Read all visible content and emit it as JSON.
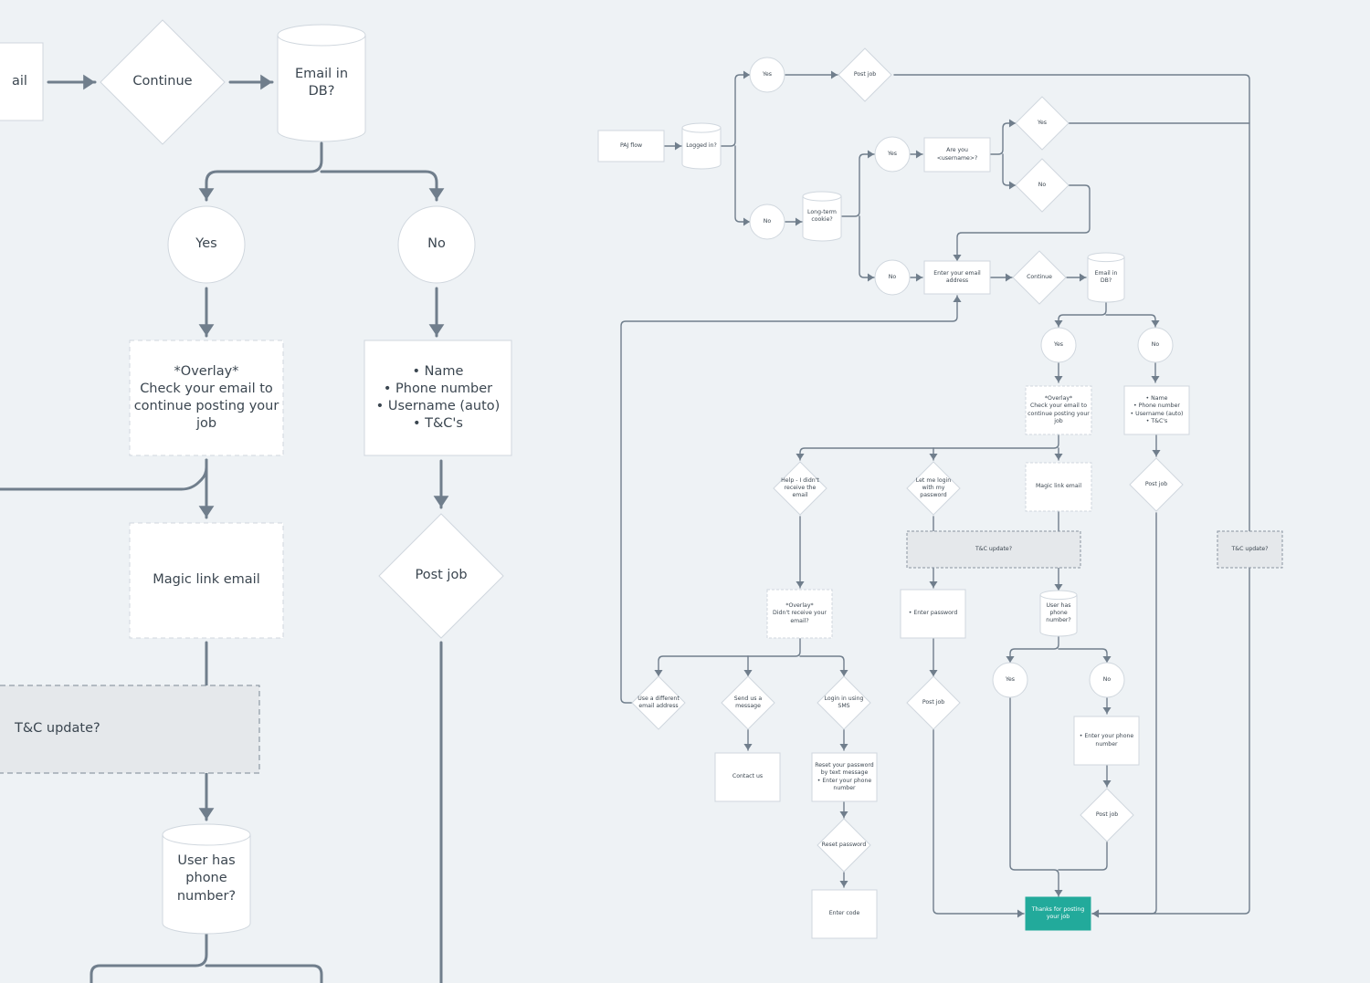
{
  "colors": {
    "background": "#eef2f5",
    "line": "#707e8c",
    "node_fill": "#ffffff",
    "node_border": "#d0d7de",
    "grey_fill": "#e5e8eb",
    "accent": "#22aa9b",
    "text": "#3b4650"
  },
  "zoom_view": {
    "email_box": "ail",
    "continue": "Continue",
    "email_in_db": "Email in\nDB?",
    "yes": "Yes",
    "no": "No",
    "overlay": "*Overlay*\nCheck your email to\ncontinue posting your\njob",
    "details": "• Name\n• Phone number\n• Username (auto)\n• T&C's",
    "magic_link": "Magic link email",
    "post_job": "Post job",
    "tc_update": "T&C update?",
    "user_has_phone": "User has\nphone\nnumber?"
  },
  "overview": {
    "paj_flow": "PAJ flow",
    "logged_in": "Logged in?",
    "yes_1": "Yes",
    "post_job_1": "Post job",
    "no_1": "No",
    "long_term_cookie": "Long-term\ncookie?",
    "yes_2": "Yes",
    "are_you": "Are you\n<username>?",
    "yes_3": "Yes",
    "no_3": "No",
    "no_2": "No",
    "enter_email": "Enter your email\naddress",
    "continue": "Continue",
    "email_in_db": "Email in\nDB?",
    "yes_4": "Yes",
    "no_4": "No",
    "overlay": "*Overlay*\nCheck your email to\ncontinue posting your\njob",
    "details": "• Name\n• Phone number\n• Username (auto)\n• T&C's",
    "help": "Help - I didn't\nreceive the\nemail",
    "let_me_login": "Let me login\nwith my\npassword",
    "magic_link": "Magic link email",
    "post_job_2": "Post job",
    "tc_update_1": "T&C update?",
    "tc_update_2": "T&C update?",
    "overlay_2": "*Overlay*\nDidn't receive your\nemail?",
    "enter_password": "• Enter password",
    "user_has_phone": "User has\nphone\nnumber?",
    "use_different": "Use a different\nemail address",
    "send_message": "Send us a\nmessage",
    "login_sms": "Login in using\nSMS",
    "post_job_3": "Post job",
    "yes_5": "Yes",
    "no_5": "No",
    "enter_phone": "• Enter your phone\nnumber",
    "contact_us": "Contact us",
    "reset_by_text": "Reset your password\nby text message\n• Enter your phone\nnumber",
    "post_job_4": "Post job",
    "reset_password": "Reset password",
    "enter_code": "Enter code",
    "thanks": "Thanks for posting\nyour job"
  }
}
